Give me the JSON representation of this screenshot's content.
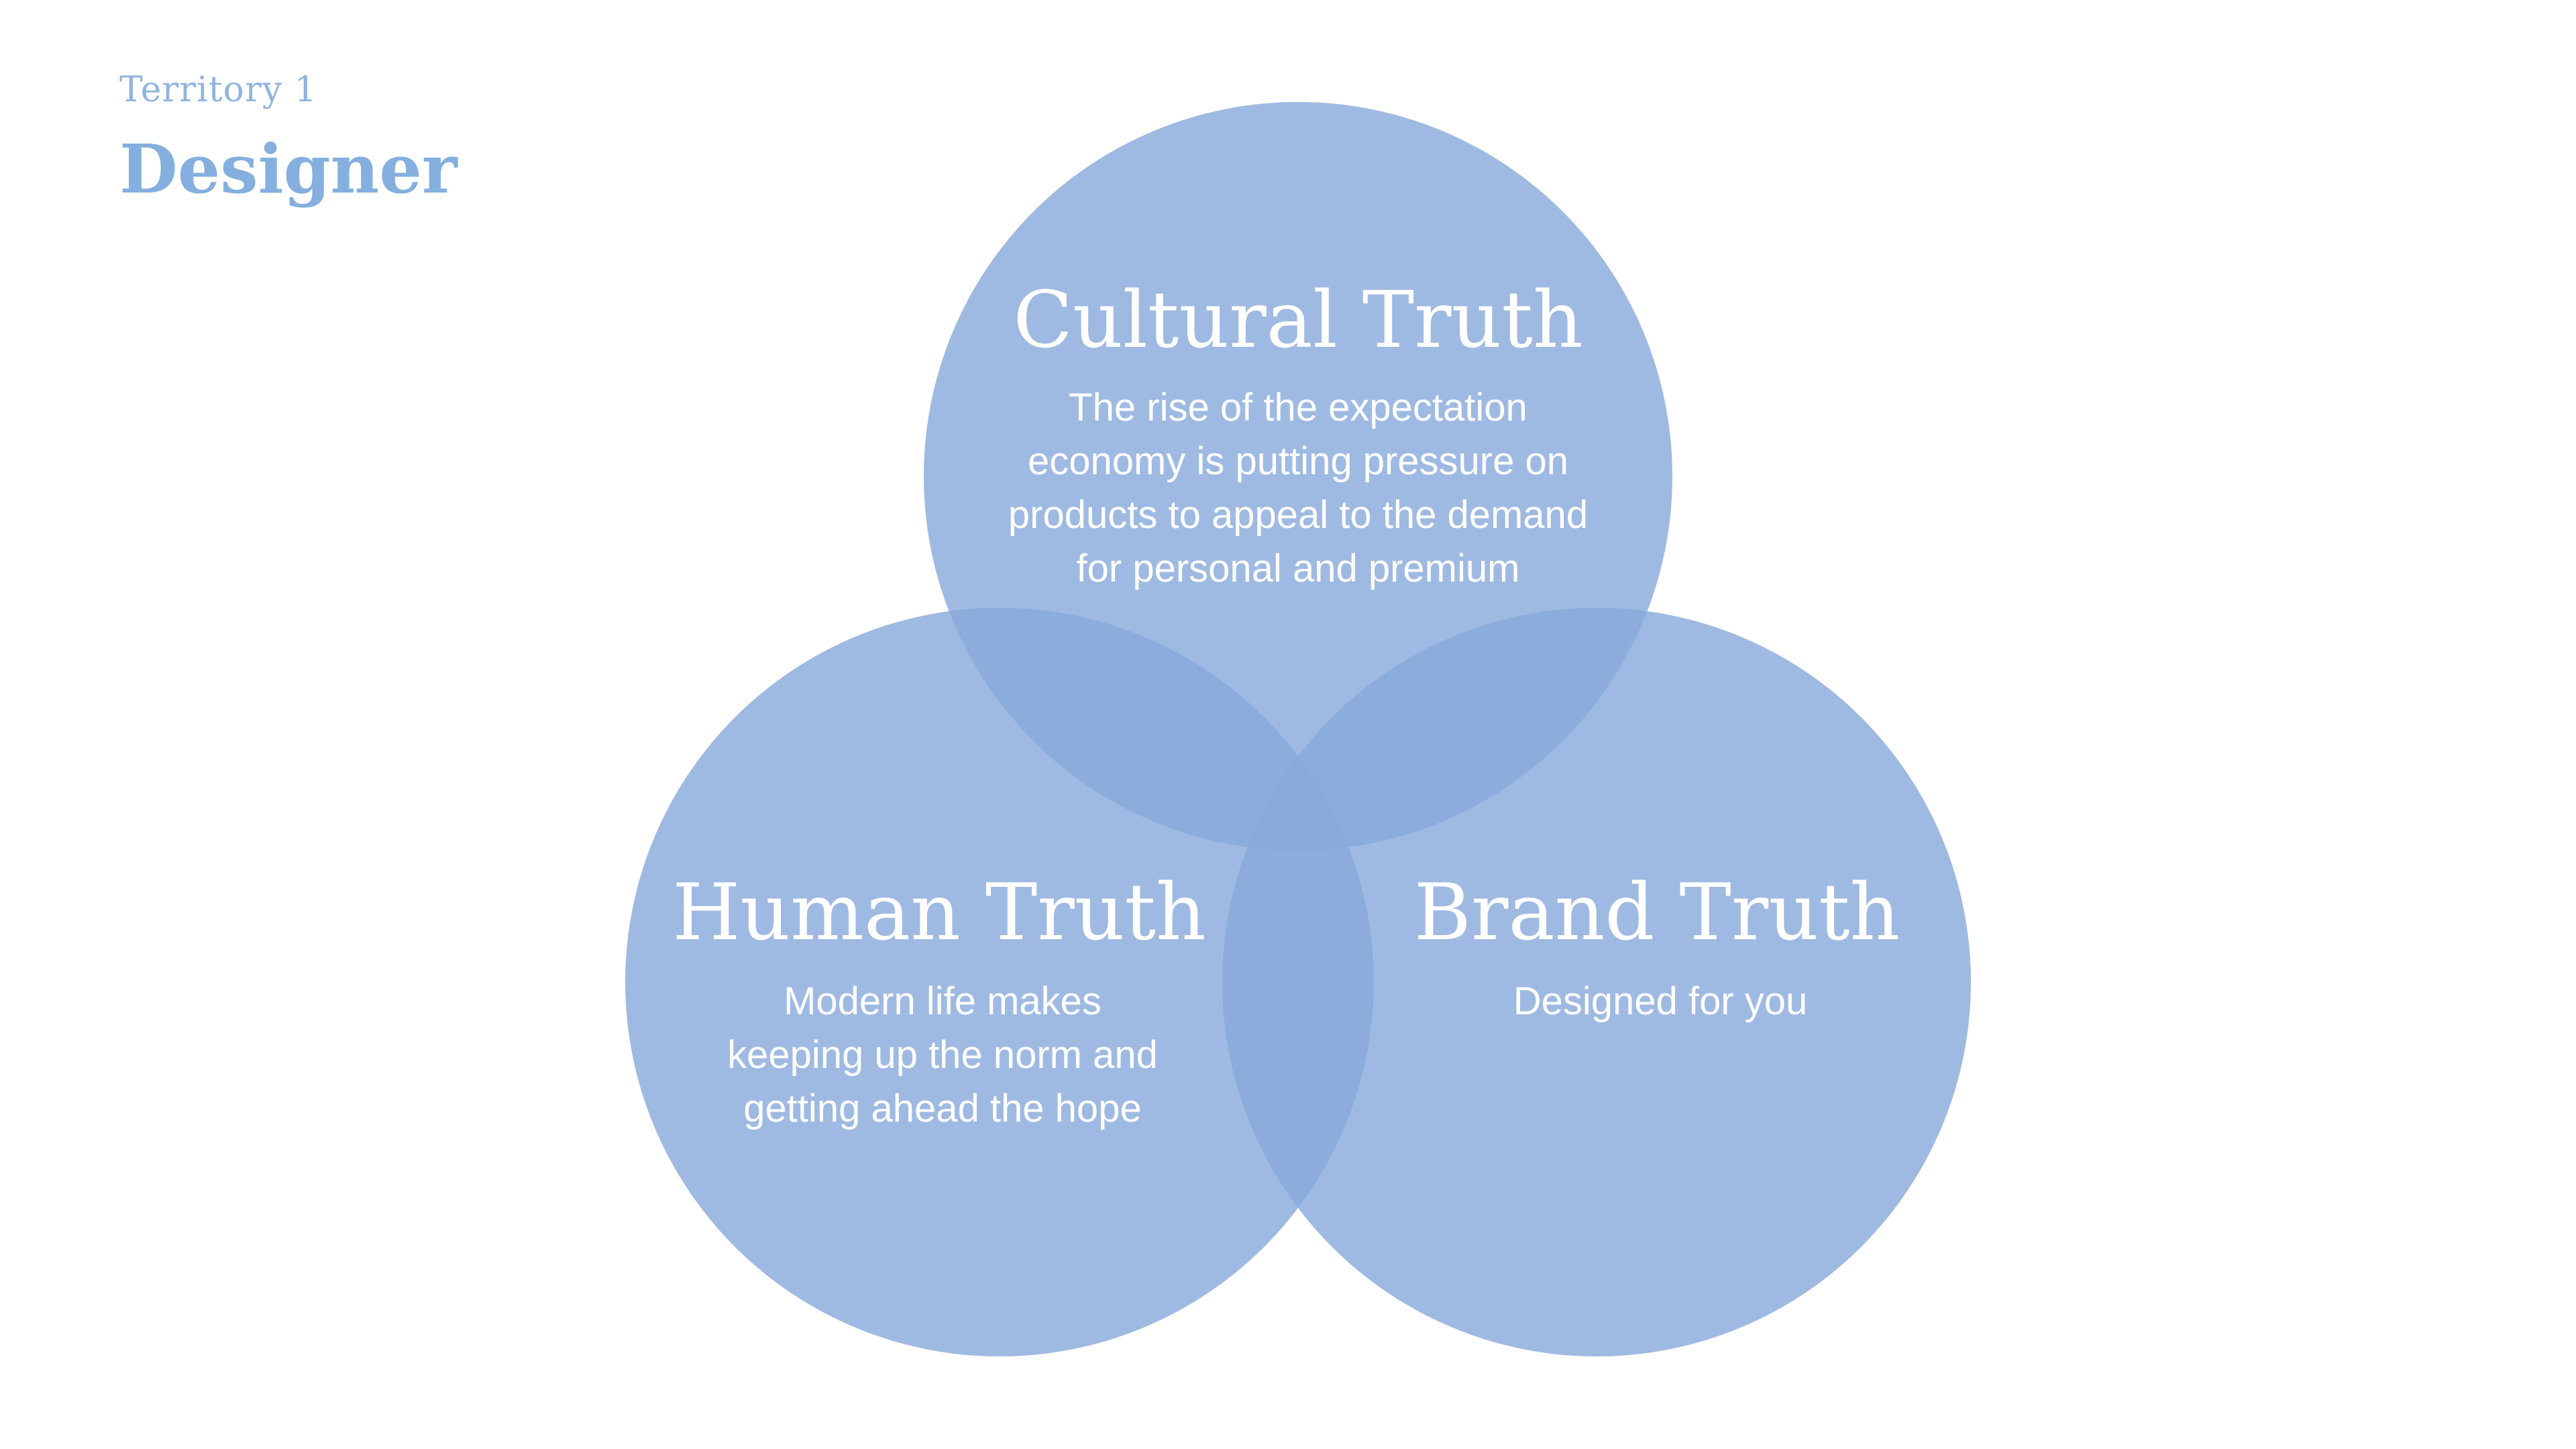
{
  "header": {
    "eyebrow": "Territory 1",
    "title": "Designer"
  },
  "colors": {
    "circle": "#87a9db",
    "heading": "#84afdf",
    "eyebrow": "#8fb4df",
    "text_on_circle": "#ffffff"
  },
  "venn": {
    "cultural": {
      "title": "Cultural Truth",
      "lines": [
        "The rise of the expectation",
        "economy is putting pressure on",
        "products to appeal to the demand",
        "for personal and premium"
      ]
    },
    "human": {
      "title": "Human Truth",
      "lines": [
        "Modern life makes",
        "keeping up the norm and",
        "getting ahead the hope"
      ]
    },
    "brand": {
      "title": "Brand Truth",
      "lines": [
        "Designed for you"
      ]
    }
  }
}
